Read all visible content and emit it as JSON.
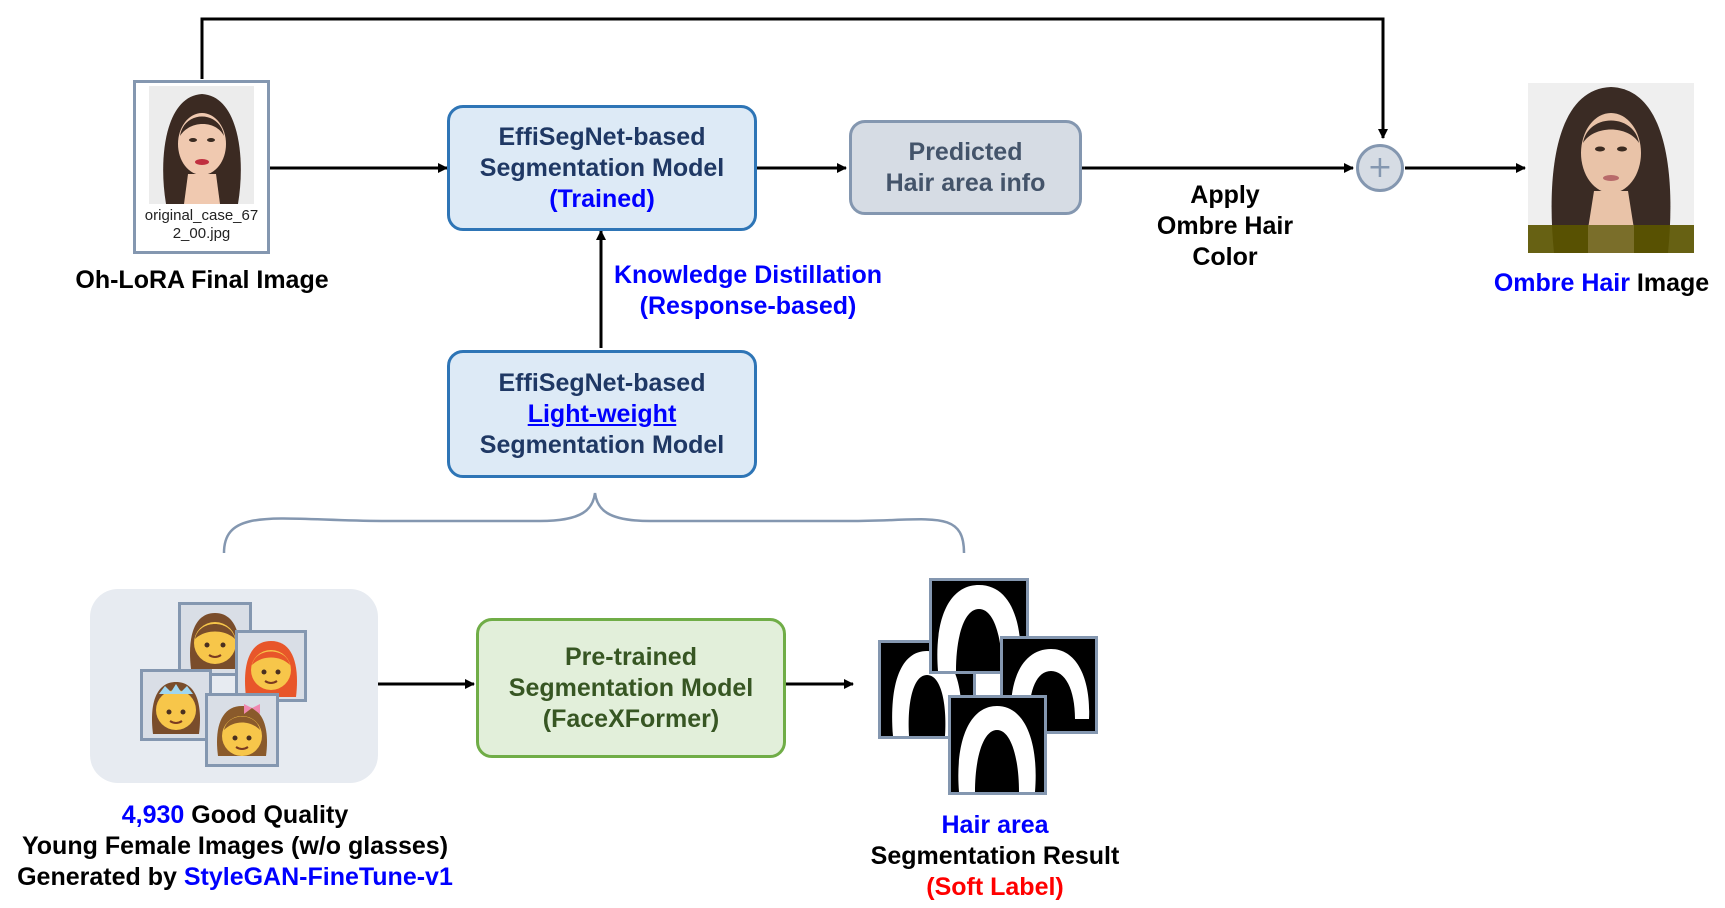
{
  "input": {
    "filename_line1": "original_case_67",
    "filename_line2": "2_00.jpg",
    "caption": "Oh-LoRA Final Image"
  },
  "trained_model": {
    "line1": "EffiSegNet-based",
    "line2": "Segmentation Model",
    "line3": "(Trained)"
  },
  "predicted": {
    "line1": "Predicted",
    "line2": "Hair area info"
  },
  "apply": {
    "line1": "Apply",
    "line2": "Ombre Hair",
    "line3": "Color"
  },
  "plus_symbol": "+",
  "output": {
    "caption_highlight": "Ombre Hair",
    "caption_rest": " Image"
  },
  "distillation": {
    "line1": "Knowledge Distillation",
    "line2": "(Response-based)"
  },
  "light_model": {
    "line1": "EffiSegNet-based",
    "line2": "Light-weight",
    "line3": "Segmentation Model"
  },
  "dataset": {
    "count": "4,930",
    "line1_rest": " Good Quality",
    "line2": "Young Female Images (w/o glasses)",
    "line3_prefix": "Generated by ",
    "line3_highlight": "StyleGAN-FineTune-v1"
  },
  "pretrained_model": {
    "line1": "Pre-trained",
    "line2": "Segmentation Model",
    "line3": "(FaceXFormer)"
  },
  "result": {
    "line1": "Hair area",
    "line2": "Segmentation Result",
    "line3": "(Soft Label)"
  },
  "colors": {
    "blue_text": "#0000ff",
    "red_text": "#ff0000",
    "blue_box_fill": "#ddeaf6",
    "gray_box_fill": "#d6dce4",
    "green_box_fill": "#e2efda"
  },
  "icons": [
    "woman-face-image",
    "girl-emoji",
    "princess-emoji",
    "hair-mask-image",
    "plus-icon"
  ]
}
